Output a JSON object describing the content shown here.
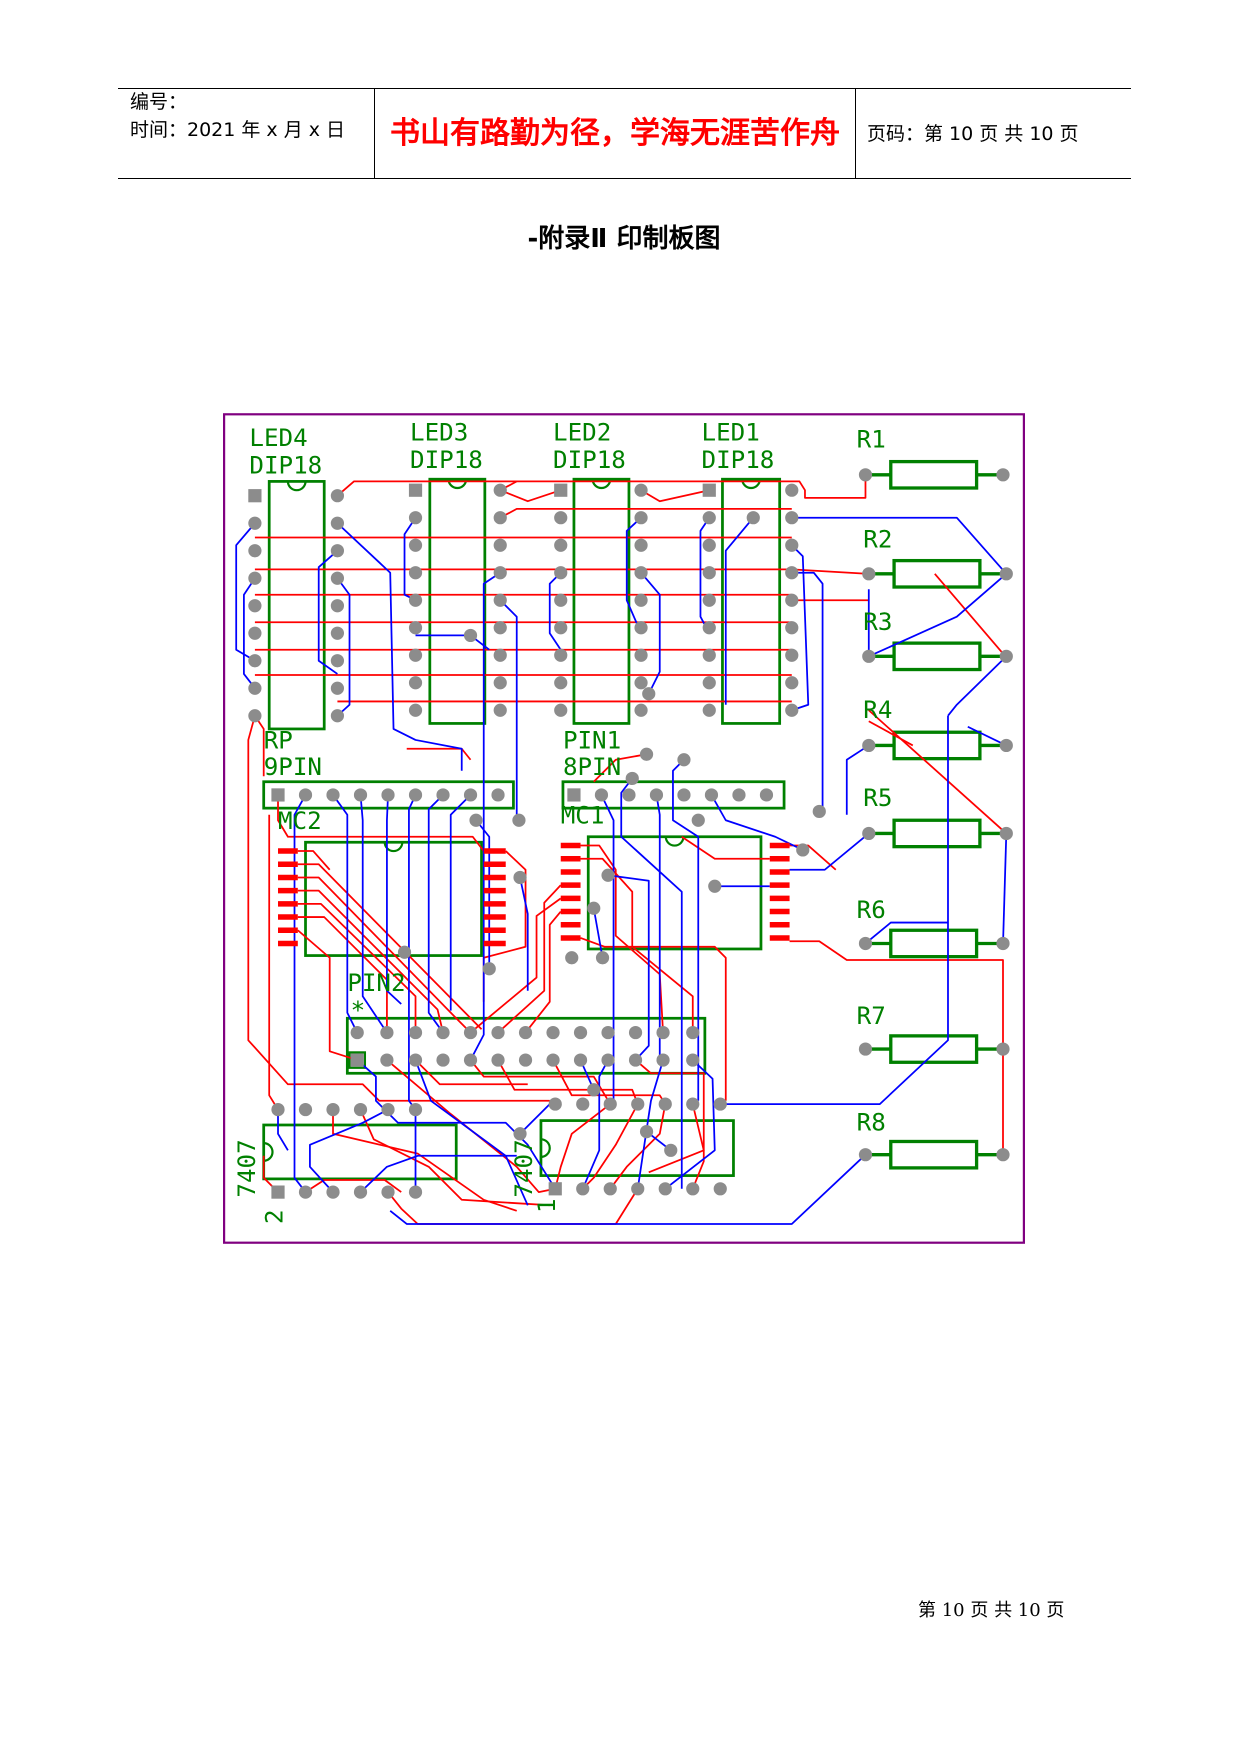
{
  "header": {
    "number_label": "编号：",
    "time_label": "时间：2021 年 x 月 x 日",
    "motto": "书山有路勤为径，学海无涯苦作舟",
    "page_info": "页码：第 10 页  共 10 页"
  },
  "title": "-附录Ⅱ 印制板图",
  "pcb": {
    "led4": {
      "ref": "LED4",
      "pkg": "DIP18"
    },
    "led3": {
      "ref": "LED3",
      "pkg": "DIP18"
    },
    "led2": {
      "ref": "LED2",
      "pkg": "DIP18"
    },
    "led1": {
      "ref": "LED1",
      "pkg": "DIP18"
    },
    "resistors": [
      "R1",
      "R2",
      "R3",
      "R4",
      "R5",
      "R6",
      "R7",
      "R8"
    ],
    "rp": {
      "ref": "RP",
      "pkg": "9PIN"
    },
    "pin1": {
      "ref": "PIN1",
      "pkg": "8PIN"
    },
    "mc2": {
      "ref": "MC2"
    },
    "mc1": {
      "ref": "MC1"
    },
    "pin2": {
      "ref": "PIN2",
      "mark": "*"
    },
    "u2": {
      "type": "7407",
      "ref": "2"
    },
    "u1": {
      "type": "7407",
      "ref": "1"
    }
  },
  "footer": "第 10 页 共 10 页",
  "colors": {
    "board_outline": "#800080",
    "top_layer": "#ff0000",
    "bottom_layer": "#0000ff",
    "silkscreen": "#008000",
    "pad": "#8c8c8c",
    "motto": "#ff0000"
  }
}
